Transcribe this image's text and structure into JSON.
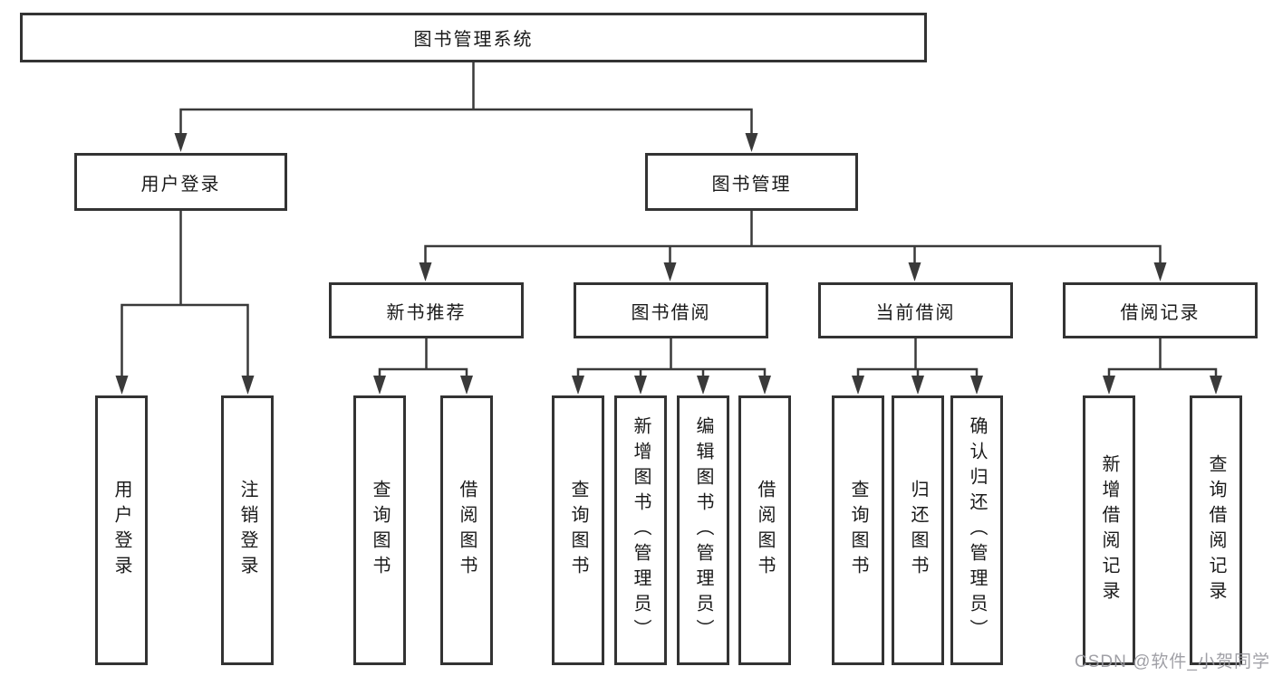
{
  "colors": {
    "background": "#ffffff",
    "line": "#3a3a3a",
    "box_border": "#333333",
    "text": "#1a1a1a",
    "watermark": "#98989e"
  },
  "watermark": "CSDN @软件_小贺同学",
  "tree": {
    "root": "图书管理系统",
    "branches": [
      {
        "label": "用户登录",
        "children": [
          "用户登录",
          "注销登录"
        ]
      },
      {
        "label": "图书管理",
        "children": [
          {
            "label": "新书推荐",
            "children": [
              "查询图书",
              "借阅图书"
            ]
          },
          {
            "label": "图书借阅",
            "children": [
              "查询图书",
              "新增图书（管理员）",
              "编辑图书（管理员）",
              "借阅图书"
            ]
          },
          {
            "label": "当前借阅",
            "children": [
              "查询图书",
              "归还图书",
              "确认归还（管理员）"
            ]
          },
          {
            "label": "借阅记录",
            "children": [
              "新增借阅记录",
              "查询借阅记录"
            ]
          }
        ]
      }
    ]
  }
}
